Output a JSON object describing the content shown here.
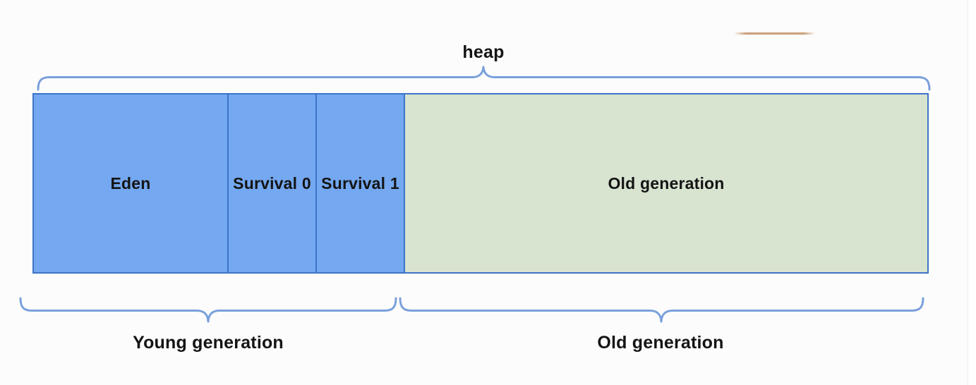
{
  "colors": {
    "background": "#fcfcfc",
    "blue_fill": "#74a8f0",
    "blue_border": "#3e73c8",
    "green_fill": "#d8e3d0",
    "brace": "#7aa0dc",
    "text": "#141414",
    "accent_line": "#c89a72"
  },
  "heap": {
    "label": "heap"
  },
  "segments": [
    {
      "id": "eden",
      "label": "Eden"
    },
    {
      "id": "survival-0",
      "label": "Survival 0"
    },
    {
      "id": "survival-1",
      "label": "Survival 1"
    },
    {
      "id": "old-generation",
      "label": "Old generation"
    }
  ],
  "groups": [
    {
      "id": "young-generation",
      "label": "Young generation"
    },
    {
      "id": "old-generation",
      "label": "Old generation"
    }
  ]
}
